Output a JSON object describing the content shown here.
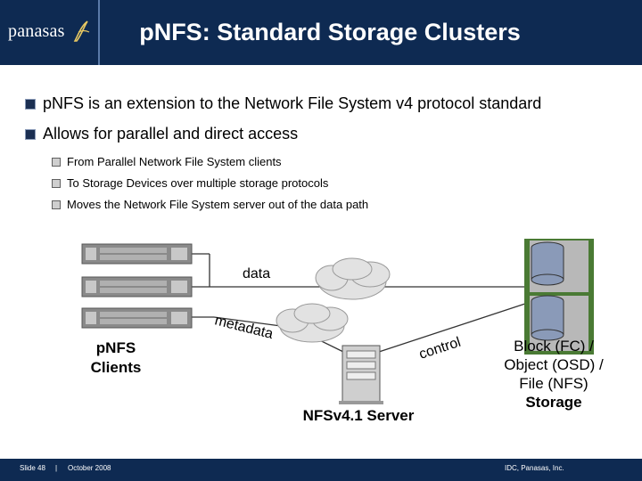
{
  "header": {
    "logo_text": "panasas",
    "title": "pNFS: Standard Storage Clusters"
  },
  "bullets": {
    "main": [
      "pNFS is an extension to the Network File System v4 protocol standard",
      "Allows for parallel and direct access"
    ],
    "sub": [
      "From Parallel Network File System clients",
      "To Storage Devices over multiple storage protocols",
      "Moves the Network File System server out of the data path"
    ]
  },
  "diagram": {
    "clients_label_line1": "pNFS",
    "clients_label_line2": "Clients",
    "data_label": "data",
    "metadata_label": "metadata",
    "control_label": "control",
    "server_label": "NFSv4.1 Server",
    "storage_label_line1": "Block (FC) /",
    "storage_label_line2": "Object (OSD) /",
    "storage_label_line3": "File (NFS)",
    "storage_label_line4": "Storage"
  },
  "footer": {
    "slide": "Slide 48",
    "separator": "|",
    "date": "October 2008",
    "copyright": "IDC, Panasas, Inc."
  },
  "colors": {
    "header_bg": "#0e2a52",
    "storage_bg": "#4a7a34"
  }
}
